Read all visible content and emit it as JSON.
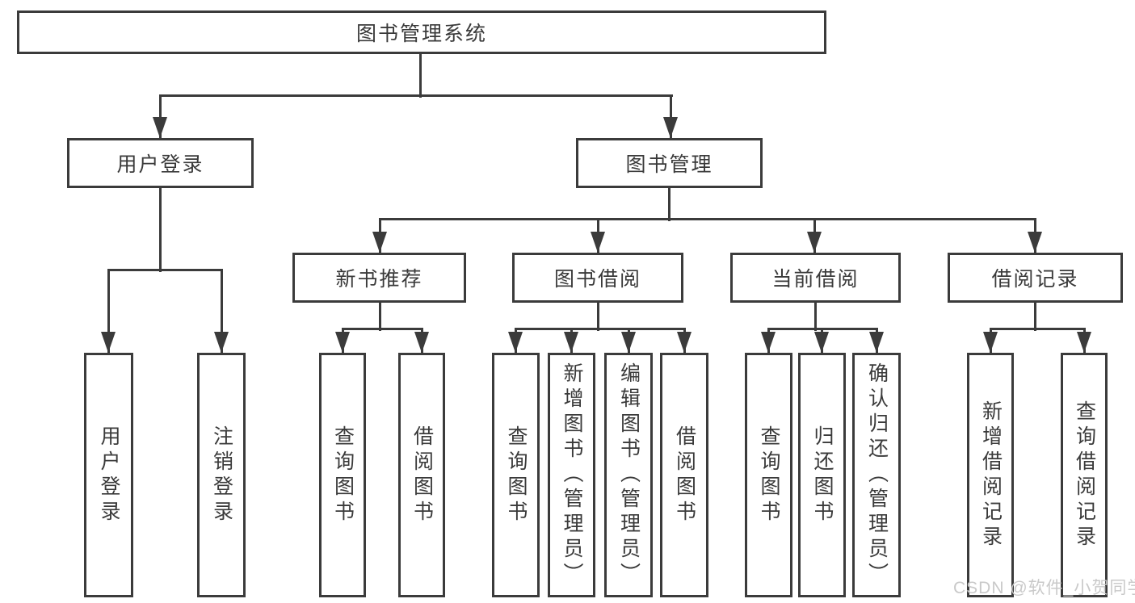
{
  "diagram": {
    "type": "hierarchy-tree",
    "watermark": "CSDN @软件_小贺同学",
    "colors": {
      "background": "#ffffff",
      "line": "#3b3b3b",
      "box_border": "#3b3b3b",
      "box_fill": "#ffffff",
      "text": "#3a3a3a",
      "watermark": "#c9c9c9"
    },
    "tree": {
      "label": "图书管理系统",
      "children": [
        {
          "label": "用户登录",
          "children": [
            {
              "label": "用户登录"
            },
            {
              "label": "注销登录"
            }
          ]
        },
        {
          "label": "图书管理",
          "children": [
            {
              "label": "新书推荐",
              "children": [
                {
                  "label": "查询图书"
                },
                {
                  "label": "借阅图书"
                }
              ]
            },
            {
              "label": "图书借阅",
              "children": [
                {
                  "label": "查询图书"
                },
                {
                  "label": "新增图书（管理员）"
                },
                {
                  "label": "编辑图书（管理员）"
                },
                {
                  "label": "借阅图书"
                }
              ]
            },
            {
              "label": "当前借阅",
              "children": [
                {
                  "label": "查询图书"
                },
                {
                  "label": "归还图书"
                },
                {
                  "label": "确认归还（管理员）"
                }
              ]
            },
            {
              "label": "借阅记录",
              "children": [
                {
                  "label": "新增借阅记录"
                },
                {
                  "label": "查询借阅记录"
                }
              ]
            }
          ]
        }
      ]
    }
  }
}
